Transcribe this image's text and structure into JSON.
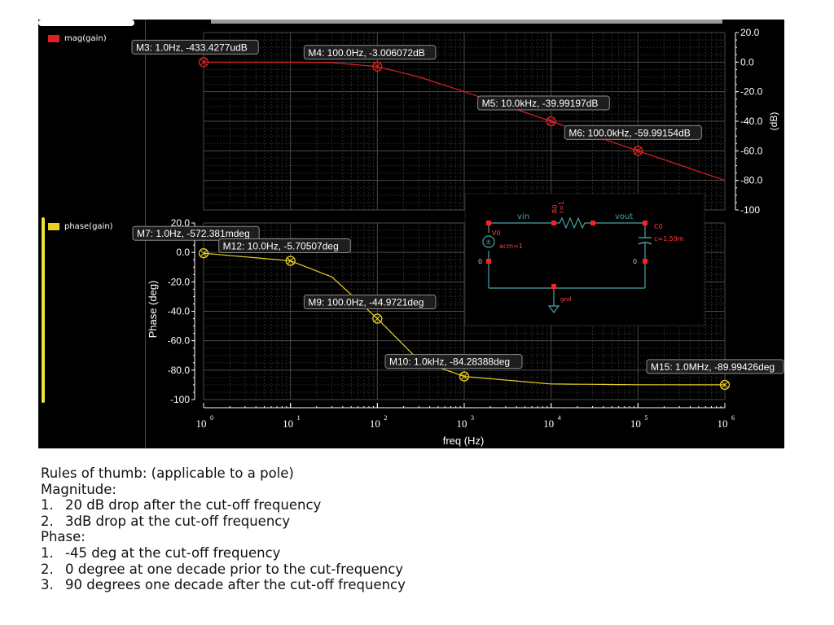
{
  "colors": {
    "background": "#000000",
    "grid": "#3a3a3a",
    "magnitude_trace": "#e02020",
    "phase_trace": "#e8d020",
    "axis_text": "#ffffff",
    "marker_label_bg": "#1e1e1e",
    "schematic_bg": "#000000",
    "schematic_wire": "#4aa3a3",
    "schematic_node": "#ff2020"
  },
  "legend": {
    "magnitude_entry": "mag(gain)",
    "phase_entry": "phase(gain)"
  },
  "chart_data": [
    {
      "type": "line",
      "title": "",
      "xlabel": "freq (Hz)",
      "ylabel": "(dB)",
      "x_scale": "log",
      "xlim": [
        1,
        1000000
      ],
      "ylim": [
        -100,
        20
      ],
      "y_ticks": [
        "20.0",
        "0.0",
        "-20.0",
        "-40.0",
        "-60.0",
        "-80.0",
        "-100"
      ],
      "y_axis_side": "right",
      "grid": true,
      "series": [
        {
          "name": "mag(gain)",
          "x": [
            1,
            10,
            30,
            100,
            300,
            1000,
            10000,
            100000,
            1000000
          ],
          "y": [
            0,
            -0.04,
            -0.4,
            -3.0,
            -10.0,
            -20.0,
            -40.0,
            -60.0,
            -80.0
          ]
        }
      ],
      "markers": [
        {
          "label": "M3: 1.0Hz, -433.4277udB",
          "x": 1,
          "y": 0
        },
        {
          "label": "M4: 100.0Hz, -3.006072dB",
          "x": 100,
          "y": -3.006072
        },
        {
          "label": "M5: 10.0kHz, -39.99197dB",
          "x": 10000,
          "y": -39.99197
        },
        {
          "label": "M6: 100.0kHz, -59.99154dB",
          "x": 100000,
          "y": -59.99154
        }
      ]
    },
    {
      "type": "line",
      "title": "",
      "xlabel": "freq (Hz)",
      "ylabel": "Phase (deg)",
      "x_scale": "log",
      "xlim": [
        1,
        1000000
      ],
      "ylim": [
        -100,
        20
      ],
      "y_ticks": [
        "20.0",
        "0.0",
        "-20.0",
        "-40.0",
        "-60.0",
        "-80.0",
        "-100"
      ],
      "x_ticks": [
        {
          "base": "10",
          "exp": "0",
          "value": 1
        },
        {
          "base": "10",
          "exp": "1",
          "value": 10
        },
        {
          "base": "10",
          "exp": "2",
          "value": 100
        },
        {
          "base": "10",
          "exp": "3",
          "value": 1000
        },
        {
          "base": "10",
          "exp": "4",
          "value": 10000
        },
        {
          "base": "10",
          "exp": "5",
          "value": 100000
        },
        {
          "base": "10",
          "exp": "6",
          "value": 1000000
        }
      ],
      "y_axis_side": "left",
      "grid": true,
      "series": [
        {
          "name": "phase(gain)",
          "x": [
            1,
            10,
            30,
            100,
            300,
            1000,
            10000,
            100000,
            1000000
          ],
          "y": [
            -0.57,
            -5.7,
            -16.7,
            -45,
            -73.3,
            -84.3,
            -89.4,
            -89.94,
            -89.99
          ]
        }
      ],
      "markers": [
        {
          "label": "M7: 1.0Hz, -572.381mdeg",
          "x": 1,
          "y": -0.572381
        },
        {
          "label": "M12: 10.0Hz, -5.70507deg",
          "x": 10,
          "y": -5.70507
        },
        {
          "label": "M9: 100.0Hz, -44.9721deg",
          "x": 100,
          "y": -44.9721
        },
        {
          "label": "M10: 1.0kHz, -84.28388deg",
          "x": 1000,
          "y": -84.28388
        },
        {
          "label": "M15: 1.0MHz, -89.99426deg",
          "x": 1000000,
          "y": -89.99426
        }
      ]
    }
  ],
  "schematic": {
    "net_vin": "vin",
    "net_vout": "vout",
    "resistor_name": "R0",
    "resistor_value": "r=1",
    "capacitor_name": "C0",
    "capacitor_value": "c=1.59m",
    "source_name": "V0",
    "source_value": "acm=1",
    "node_zero_left": "0",
    "node_zero_right": "0",
    "ground_label": "gnd"
  },
  "notes": {
    "heading": "Rules of thumb: (applicable to a pole)",
    "magnitude_heading": "Magnitude:",
    "magnitude_items": [
      {
        "num": "1.",
        "text": "20 dB drop after the cut-off frequency"
      },
      {
        "num": "2.",
        "text": "3dB drop at the cut-off frequency"
      }
    ],
    "phase_heading": "Phase:",
    "phase_items": [
      {
        "num": "1.",
        "text": "-45 deg at the cut-off frequency"
      },
      {
        "num": "2.",
        "text": "0 degree at one decade prior to the cut-frequency"
      },
      {
        "num": "3.",
        "text": "90 degrees one decade after the cut-off frequency"
      }
    ]
  }
}
